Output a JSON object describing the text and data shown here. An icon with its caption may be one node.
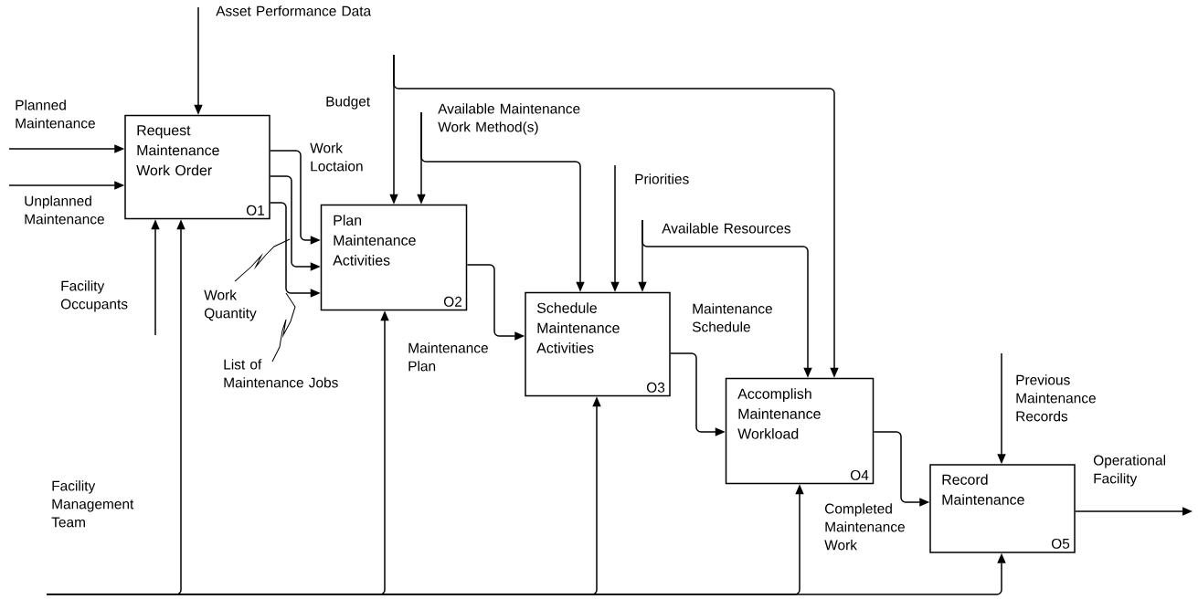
{
  "diagram": {
    "nodes": [
      {
        "text": [
          "Request Maintenance Work Order",
          "O1"
        ]
      },
      {
        "text": [
          "Plan Maintenance Activities",
          "O2"
        ]
      },
      {
        "text": [
          "Schedule Maintenance Activities",
          "O3"
        ]
      },
      {
        "text": [
          "Accomplish Maintenance Workload",
          "O4"
        ]
      },
      {
        "text": [
          "Record Maintenance",
          "O5"
        ]
      }
    ],
    "edges": [
      {
        "from": null,
        "to": 0,
        "arrow": "to",
        "label": "Planned Maintenance"
      },
      {
        "from": null,
        "to": 0,
        "arrow": "to",
        "label": "Unplanned Maintenance"
      },
      {
        "from": null,
        "to": 0,
        "arrow": "to"
      },
      {
        "from": null,
        "to": 0,
        "arrow": "to",
        "label": "Facility Occupants"
      },
      {
        "from": 0,
        "to": 1,
        "arrow": "to",
        "label": "Work Loctaion"
      },
      {
        "from": 0,
        "to": 1,
        "arrow": "to",
        "label": "Work Quantity"
      },
      {
        "from": 0,
        "to": 1,
        "arrow": "to",
        "label": "List of Maintenance Jobs"
      },
      {
        "from": null,
        "to": 1,
        "arrow": "to",
        "label": "Budget"
      },
      {
        "from": null,
        "to": 3,
        "arrow": "to",
        "label": "Asset Performance Data"
      },
      {
        "from": null,
        "to": 1,
        "arrow": "to",
        "label": "Available Maintenance Work Method(s)"
      },
      {
        "from": null,
        "to": 2,
        "arrow": "to"
      },
      {
        "from": null,
        "to": 2,
        "arrow": "to",
        "label": "Priorities"
      },
      {
        "from": null,
        "to": 2,
        "arrow": "to",
        "label": "Available Resources"
      },
      {
        "from": null,
        "to": 3,
        "arrow": "to"
      },
      {
        "from": 1,
        "to": 2,
        "arrow": "to",
        "label": "Maintenance Plan"
      },
      {
        "from": 2,
        "to": 3,
        "arrow": "to",
        "label": "Maintenance Schedule"
      },
      {
        "from": 3,
        "to": 4,
        "arrow": "to",
        "label": "Completed Maintenance Work"
      },
      {
        "from": null,
        "to": 4,
        "arrow": "to",
        "label": "Previous Maintenance Records"
      },
      {
        "from": 4,
        "to": null,
        "arrow": "to",
        "label": "Operational Facility"
      },
      {
        "from": null,
        "to": 0,
        "arrow": "to",
        "label": "Facility Management Team"
      },
      {
        "from": null,
        "to": 1,
        "arrow": "to"
      },
      {
        "from": null,
        "to": 2,
        "arrow": "to"
      },
      {
        "from": null,
        "to": 3,
        "arrow": "to"
      },
      {
        "from": null,
        "to": 4,
        "arrow": "to"
      }
    ]
  }
}
